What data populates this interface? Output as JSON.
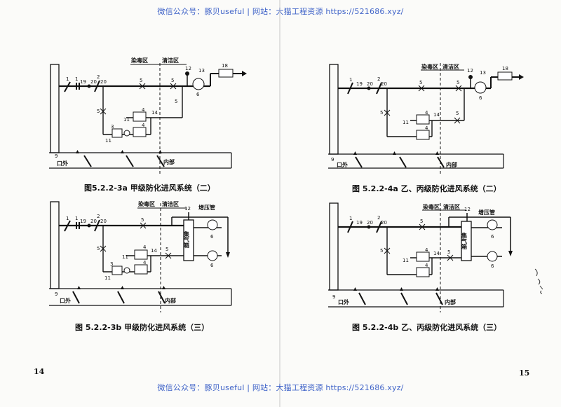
{
  "watermark": "微信公众号：豚贝useful | 网站：大猫工程资源 https://521686.xyz/",
  "pages": {
    "left_number": "14",
    "right_number": "15"
  },
  "figures": [
    {
      "caption": "图5.2.2-3a  甲级防化进风系统（二）",
      "zone_dirty": "染毒区",
      "zone_clean": "清洁区",
      "outside": "口外",
      "inside": "内部"
    },
    {
      "caption": "图 5.2.2-4a  乙、丙级防化进风系统（二）",
      "zone_dirty": "染毒区",
      "zone_clean": "清洁区",
      "outside": "口外",
      "inside": "内部"
    },
    {
      "caption": "图 5.2.2-3b  甲级防化进风系统（三）",
      "zone_dirty": "染毒区",
      "zone_clean": "清洁区",
      "outside": "口外",
      "inside": "内部",
      "pressure_pipe": "增压管",
      "air_box": "集气箱"
    },
    {
      "caption": "图 5.2.2-4b  乙、丙级防化进风系统（三）",
      "zone_dirty": "染毒区",
      "zone_clean": "清洁区",
      "outside": "口外",
      "inside": "内部",
      "pressure_pipe": "增压管",
      "air_box": "集气箱"
    }
  ],
  "numbers": {
    "n1": "1",
    "n2": "2",
    "n3": "3",
    "n4": "4",
    "n5": "5",
    "n6": "6",
    "n9": "9",
    "n11": "11",
    "n12": "12",
    "n13": "13",
    "n14": "14",
    "n18": "18",
    "n19": "19",
    "n20": "20"
  }
}
